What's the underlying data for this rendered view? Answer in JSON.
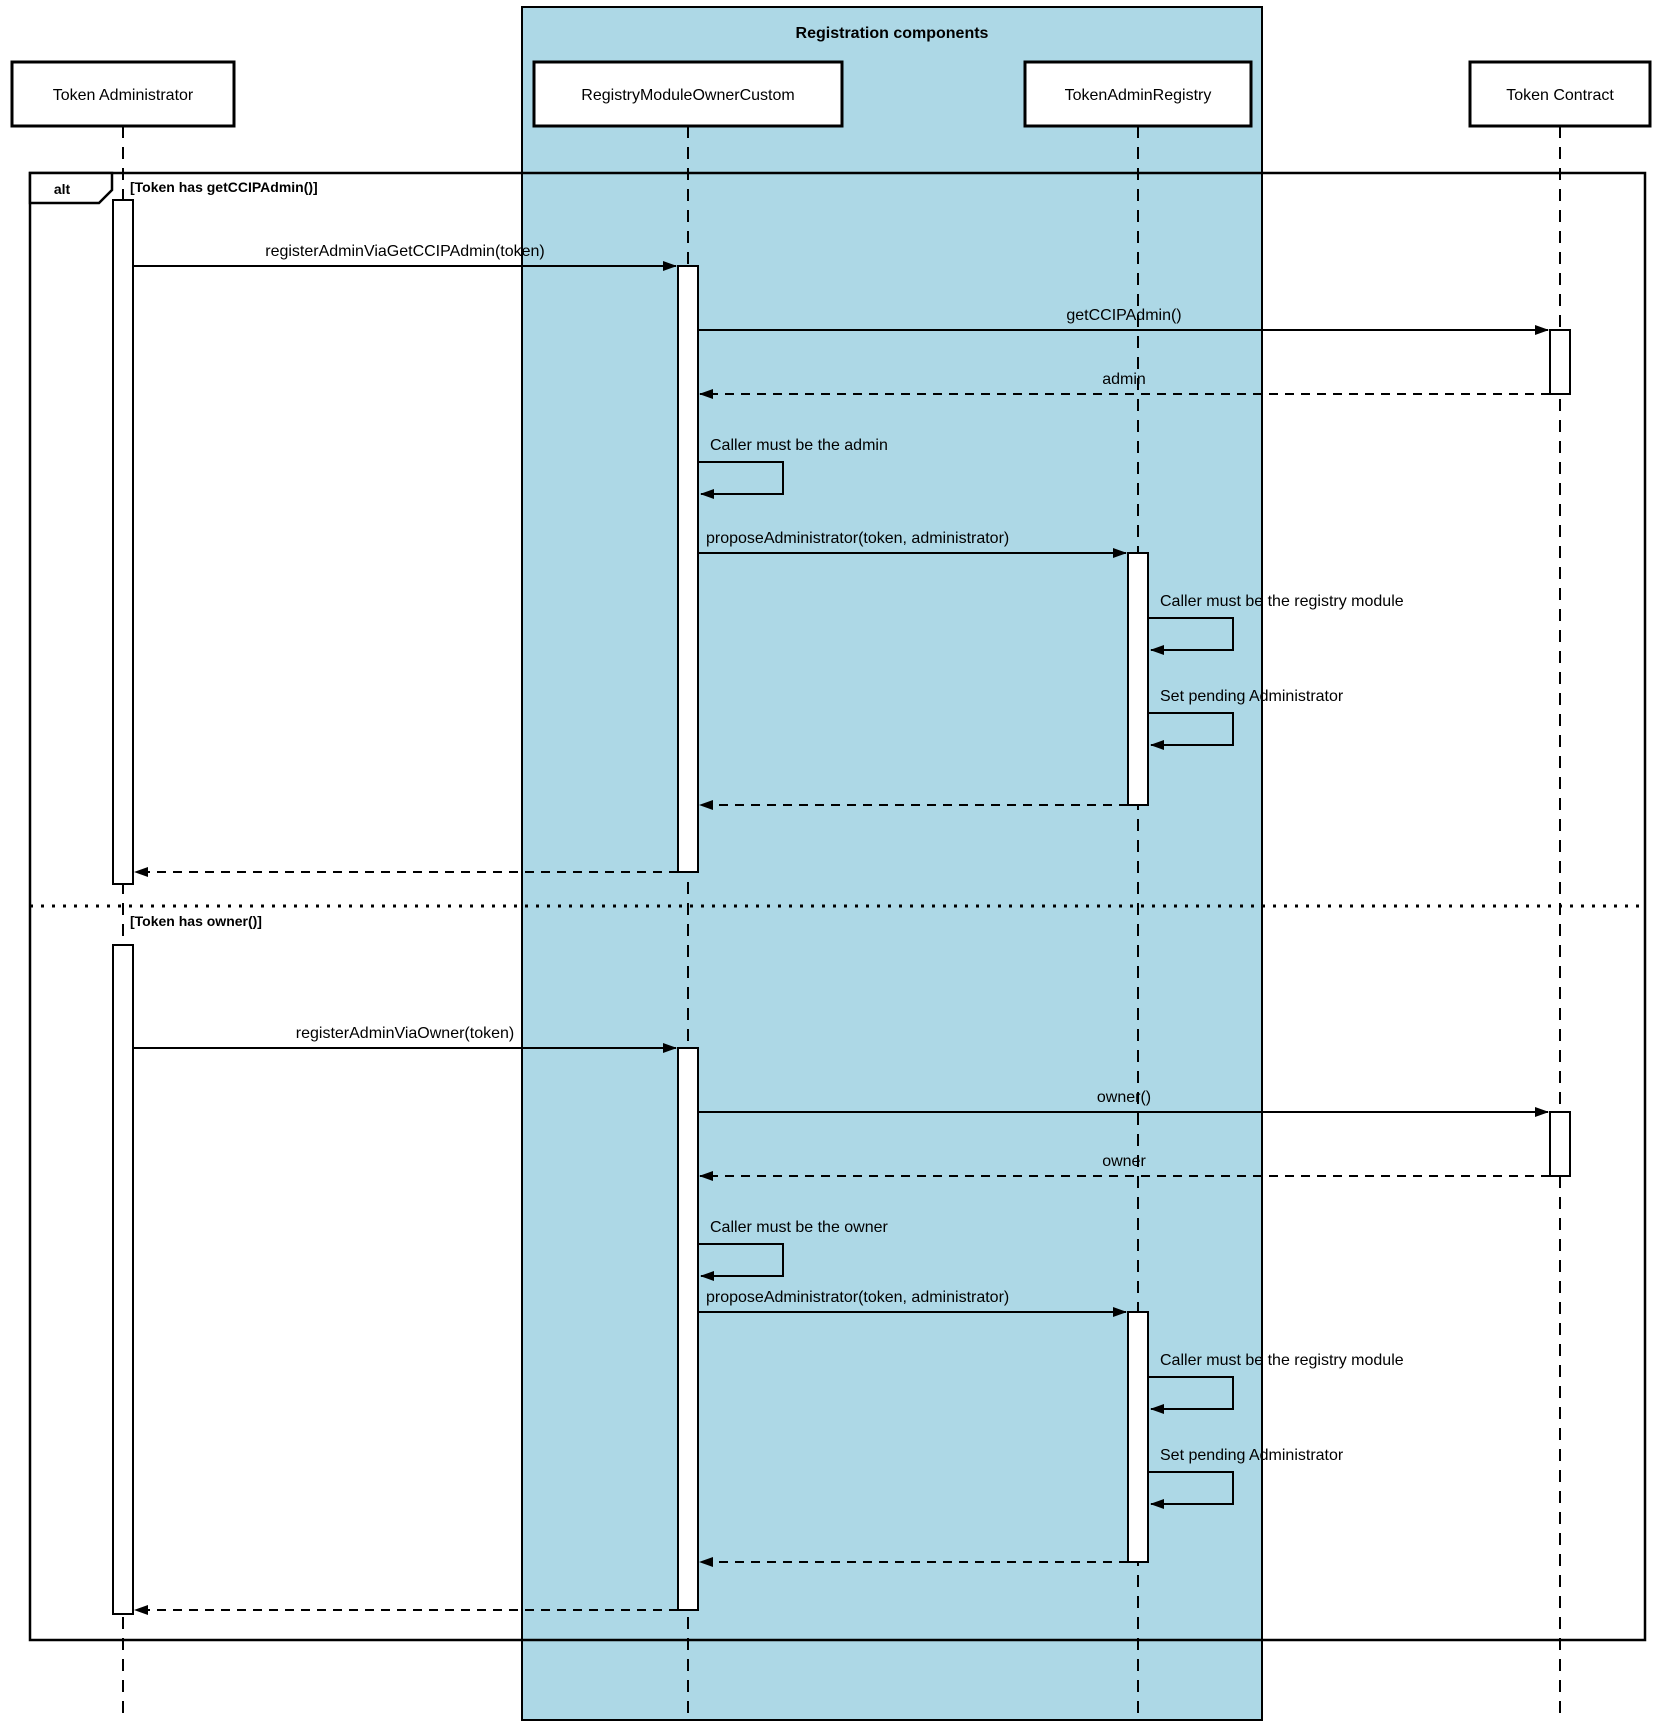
{
  "diagram": {
    "type": "uml-sequence",
    "container": {
      "title": "Registration components",
      "fill_color": "#add8e6",
      "stroke_color": "#000000"
    },
    "frame": {
      "operator": "alt"
    },
    "participants": [
      "Token Administrator",
      "RegistryModuleOwnerCustom",
      "TokenAdminRegistry",
      "Token Contract"
    ],
    "sections": [
      {
        "condition": "[Token has getCCIPAdmin()]",
        "messages": [
          {
            "label": "registerAdminViaGetCCIPAdmin(token)",
            "from": "Token Administrator",
            "to": "RegistryModuleOwnerCustom",
            "style": "sync"
          },
          {
            "label": "getCCIPAdmin()",
            "from": "RegistryModuleOwnerCustom",
            "to": "Token Contract",
            "style": "sync"
          },
          {
            "label": "admin",
            "from": "Token Contract",
            "to": "RegistryModuleOwnerCustom",
            "style": "return"
          },
          {
            "label": "Caller must be the admin",
            "from": "RegistryModuleOwnerCustom",
            "to": "RegistryModuleOwnerCustom",
            "style": "self"
          },
          {
            "label": "proposeAdministrator(token, administrator)",
            "from": "RegistryModuleOwnerCustom",
            "to": "TokenAdminRegistry",
            "style": "sync"
          },
          {
            "label": "Caller must be the registry module",
            "from": "TokenAdminRegistry",
            "to": "TokenAdminRegistry",
            "style": "self"
          },
          {
            "label": "Set pending Administrator",
            "from": "TokenAdminRegistry",
            "to": "TokenAdminRegistry",
            "style": "self"
          },
          {
            "label": "",
            "from": "TokenAdminRegistry",
            "to": "RegistryModuleOwnerCustom",
            "style": "return"
          },
          {
            "label": "",
            "from": "RegistryModuleOwnerCustom",
            "to": "Token Administrator",
            "style": "return"
          }
        ]
      },
      {
        "condition": "[Token has owner()]",
        "messages": [
          {
            "label": "registerAdminViaOwner(token)",
            "from": "Token Administrator",
            "to": "RegistryModuleOwnerCustom",
            "style": "sync"
          },
          {
            "label": "owner()",
            "from": "RegistryModuleOwnerCustom",
            "to": "Token Contract",
            "style": "sync"
          },
          {
            "label": "owner",
            "from": "Token Contract",
            "to": "RegistryModuleOwnerCustom",
            "style": "return"
          },
          {
            "label": "Caller must be the owner",
            "from": "RegistryModuleOwnerCustom",
            "to": "RegistryModuleOwnerCustom",
            "style": "self"
          },
          {
            "label": "proposeAdministrator(token, administrator)",
            "from": "RegistryModuleOwnerCustom",
            "to": "TokenAdminRegistry",
            "style": "sync"
          },
          {
            "label": "Caller must be the registry module",
            "from": "TokenAdminRegistry",
            "to": "TokenAdminRegistry",
            "style": "self"
          },
          {
            "label": "Set pending Administrator",
            "from": "TokenAdminRegistry",
            "to": "TokenAdminRegistry",
            "style": "self"
          },
          {
            "label": "",
            "from": "TokenAdminRegistry",
            "to": "RegistryModuleOwnerCustom",
            "style": "return"
          },
          {
            "label": "",
            "from": "RegistryModuleOwnerCustom",
            "to": "Token Administrator",
            "style": "return"
          }
        ]
      }
    ]
  }
}
